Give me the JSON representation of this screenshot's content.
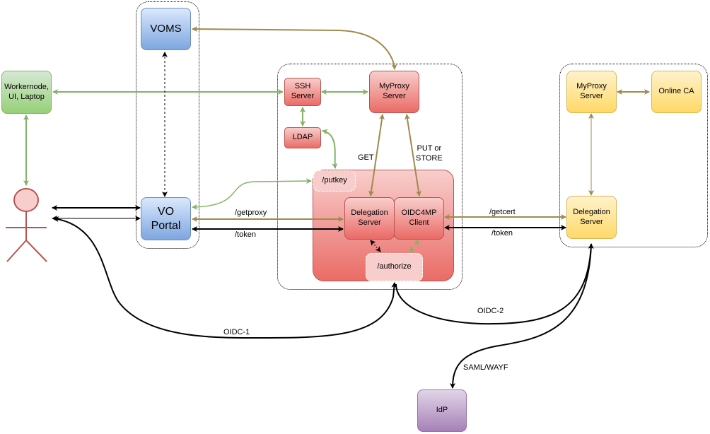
{
  "nodes": {
    "voms": "VOMS",
    "workernode": "Workernode,\nUI, Laptop",
    "vo_portal": "VO\nPortal",
    "ssh_server": "SSH\nServer",
    "ldap": "LDAP",
    "myproxy_server_left": "MyProxy\nServer",
    "putkey": "/putkey",
    "delegation_server_left": "Delegation\nServer",
    "oidc4mp_client": "OIDC4MP\nClient",
    "authorize": "/authorize",
    "myproxy_server_right": "MyProxy\nServer",
    "online_ca": "Online CA",
    "delegation_server_right": "Delegation\nServer",
    "idp": "IdP"
  },
  "edge_labels": {
    "getproxy": "/getproxy",
    "token_left": "/token",
    "getcert": "/getcert",
    "token_right": "/token",
    "get": "GET",
    "put_store": "PUT or\nSTORE",
    "oidc1": "OIDC-1",
    "oidc2": "OIDC-2",
    "saml": "SAML/WAYF"
  },
  "colors": {
    "green_edge": "#82b366",
    "brown_edge": "#a08a4b",
    "black_edge": "#000000",
    "actor_stroke": "#b85450",
    "actor_fill": "#f8cecc"
  }
}
